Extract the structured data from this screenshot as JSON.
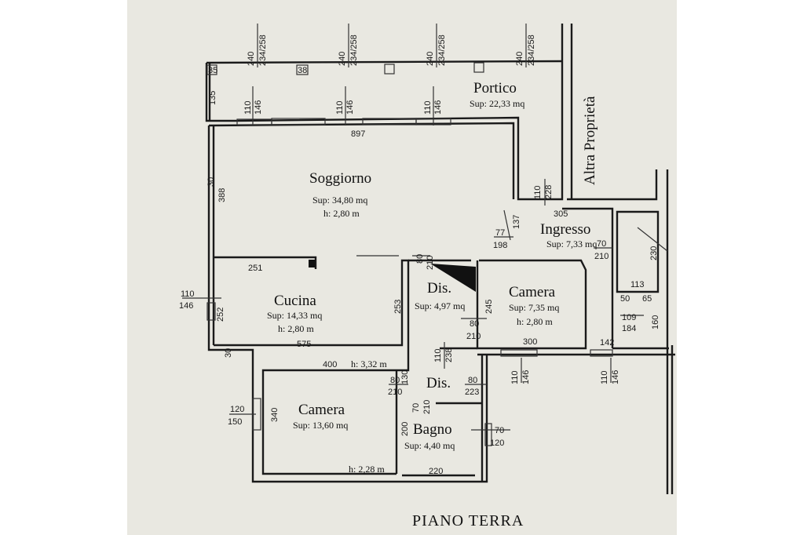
{
  "title": "PIANO TERRA",
  "neighbor_label": "Altra Proprietà",
  "rooms": {
    "portico": {
      "name": "Portico",
      "area": "Sup: 22,33 mq"
    },
    "soggiorno": {
      "name": "Soggiorno",
      "area": "Sup: 34,80 mq",
      "height": "h: 2,80 m"
    },
    "ingresso": {
      "name": "Ingresso",
      "area": "Sup: 7,33 mq"
    },
    "cucina": {
      "name": "Cucina",
      "area": "Sup: 14,33 mq",
      "height": "h: 2,80 m"
    },
    "dis1": {
      "name": "Dis.",
      "area": "Sup: 4,97 mq"
    },
    "camera1": {
      "name": "Camera",
      "area": "Sup: 7,35 mq",
      "height": "h: 2,80 m"
    },
    "dis2": {
      "name": "Dis."
    },
    "camera2": {
      "name": "Camera",
      "area": "Sup: 13,60 mq",
      "height_top": "h: 3,32 m",
      "height_bottom": "h: 2,28 m"
    },
    "bagno": {
      "name": "Bagno",
      "area": "Sup: 4,40 mq"
    }
  },
  "dims": {
    "d240a": "240",
    "d234a": "234/258",
    "d240b": "240",
    "d234b": "234/258",
    "d240c": "240",
    "d234c": "234/258",
    "d240d": "240",
    "d234d": "234/258",
    "d35": "35",
    "d38": "38",
    "d135": "135",
    "d110a": "110",
    "d146a": "146",
    "d110b": "110",
    "d146b": "146",
    "d110c": "110",
    "d146c": "146",
    "d897": "897",
    "d30a": "30",
    "d388": "388",
    "d110d": "110",
    "d228": "228",
    "d305": "305",
    "d137": "137",
    "d77": "77",
    "d198": "198",
    "d70a": "70",
    "d210a": "210",
    "d230": "230",
    "d251": "251",
    "d80a": "80",
    "d210b": "210",
    "d110e": "110",
    "d146e": "146",
    "d252": "252",
    "d253": "253",
    "d245": "245",
    "d113": "113",
    "d50": "50",
    "d65": "65",
    "d109": "109",
    "d184": "184",
    "d160": "160",
    "d80b": "80",
    "d210c": "210",
    "d575": "575",
    "d300": "300",
    "d142": "142",
    "d30b": "30",
    "d400": "400",
    "d110f": "110",
    "d238": "238",
    "d110g": "110",
    "d146g": "146",
    "d110h": "110",
    "d146h": "146",
    "d80c": "80",
    "d210d": "210",
    "d130": "130",
    "d80d": "80",
    "d223": "223",
    "d70b": "70",
    "d210e": "210",
    "d120": "120",
    "d150": "150",
    "d340": "340",
    "d200": "200",
    "d70c": "70",
    "d120b": "120",
    "d220": "220"
  }
}
